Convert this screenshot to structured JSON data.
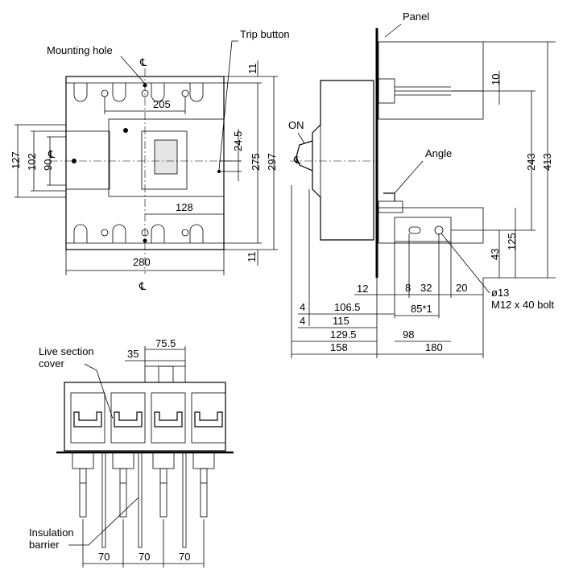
{
  "labels": {
    "panel": "Panel",
    "trip_button": "Trip button",
    "mounting_hole": "Mounting hole",
    "on": "ON",
    "angle": "Angle",
    "live_section_cover_1": "Live section",
    "live_section_cover_2": "cover",
    "insulation_barrier_1": "Insulation",
    "insulation_barrier_2": "barrier",
    "hole_dia": "ø13",
    "bolt": "M12 x 40 bolt",
    "centerline": "℄"
  },
  "dimensions": {
    "front": {
      "top_gap": "11",
      "bottom_gap": "11",
      "mount_pitch": "205",
      "trip_offset": "24.5",
      "height_275": "275",
      "height_297": "297",
      "height_127": "127",
      "height_102": "102",
      "height_90": "90",
      "terminal_pitch": "128",
      "width": "280"
    },
    "side": {
      "d10": "10",
      "d243": "243",
      "d413": "413",
      "d43": "43",
      "d125": "125",
      "d12": "12",
      "d8": "8",
      "d32": "32",
      "d20": "20",
      "d4a": "4",
      "d106_5": "106.5",
      "d85": "85*1",
      "d4b": "4",
      "d115": "115",
      "d129_5": "129.5",
      "d98": "98",
      "d158": "158",
      "d180": "180"
    },
    "bottom": {
      "d75_5": "75.5",
      "d35": "35",
      "pitch1": "70",
      "pitch2": "70",
      "pitch3": "70"
    }
  }
}
